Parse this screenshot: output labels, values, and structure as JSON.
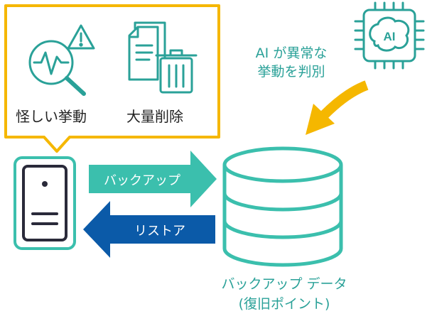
{
  "bubble": {
    "left_label": "怪しい挙動",
    "right_label": "大量削除"
  },
  "ai": {
    "chip_text": "AI",
    "caption_line1": "AI が異常な",
    "caption_line2": "挙動を判別"
  },
  "arrows": {
    "backup_label": "バックアップ",
    "restore_label": "リストア"
  },
  "database": {
    "caption_line1": "バックアップ データ",
    "caption_line2": "(復旧ポイント)"
  },
  "colors": {
    "accent_yellow": "#f5b700",
    "teal": "#3bbfad",
    "teal_text": "#2aa198",
    "navy": "#0b5aa8",
    "dark": "#2a2a3a"
  }
}
